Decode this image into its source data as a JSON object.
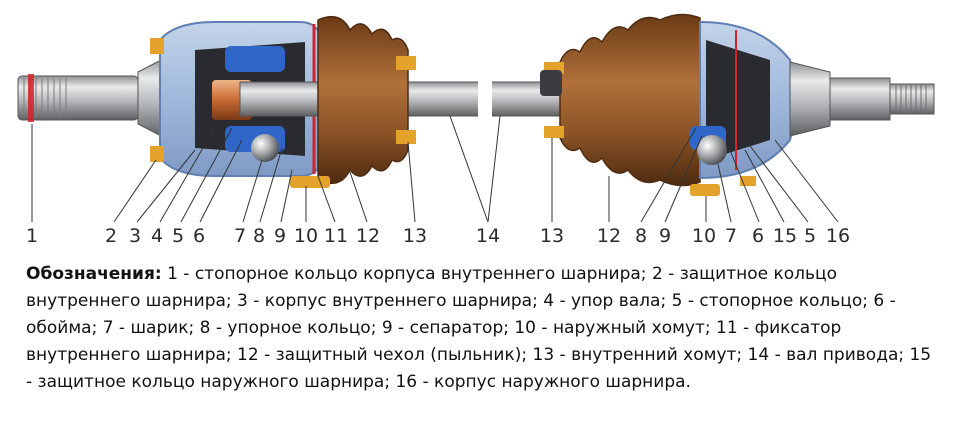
{
  "callouts": [
    "1",
    "2",
    "3",
    "4",
    "5",
    "6",
    "7",
    "8",
    "9",
    "10",
    "11",
    "12",
    "13",
    "14",
    "13",
    "12",
    "8",
    "9",
    "10",
    "7",
    "6",
    "15",
    "5",
    "16"
  ],
  "legend": {
    "heading": "Обозначения:",
    "text": " 1 - стопорное кольцо корпуса внутреннего шарнира; 2 - защитное кольцо внутреннего шарнира; 3 - корпус внутреннего шарнира; 4 - упор вала; 5 - стопорное кольцо; 6 - обойма; 7 - шарик; 8 - упорное кольцо; 9 - сепаратор; 10 - наружный хомут; 11 - фиксатор внутреннего шарнира; 12 - защитный чехол (пыльник); 13 - внутренний хомут; 14 - вал привода; 15 - защитное кольцо наружного шарнира; 16 - корпус наружного шарнира."
  },
  "colors": {
    "housing": "#9fb8db",
    "housing_dark": "#5f7fb2",
    "boot": "#8a5226",
    "boot_dark": "#4e2b10",
    "clamp": "#e3a32a",
    "steel": "#c9cacc",
    "steel_dark": "#6d6e70",
    "ring_blue": "#2f66c8",
    "accent_red": "#d2232a"
  },
  "icons": [
    "cv-joint-drive-shaft-illustration"
  ]
}
